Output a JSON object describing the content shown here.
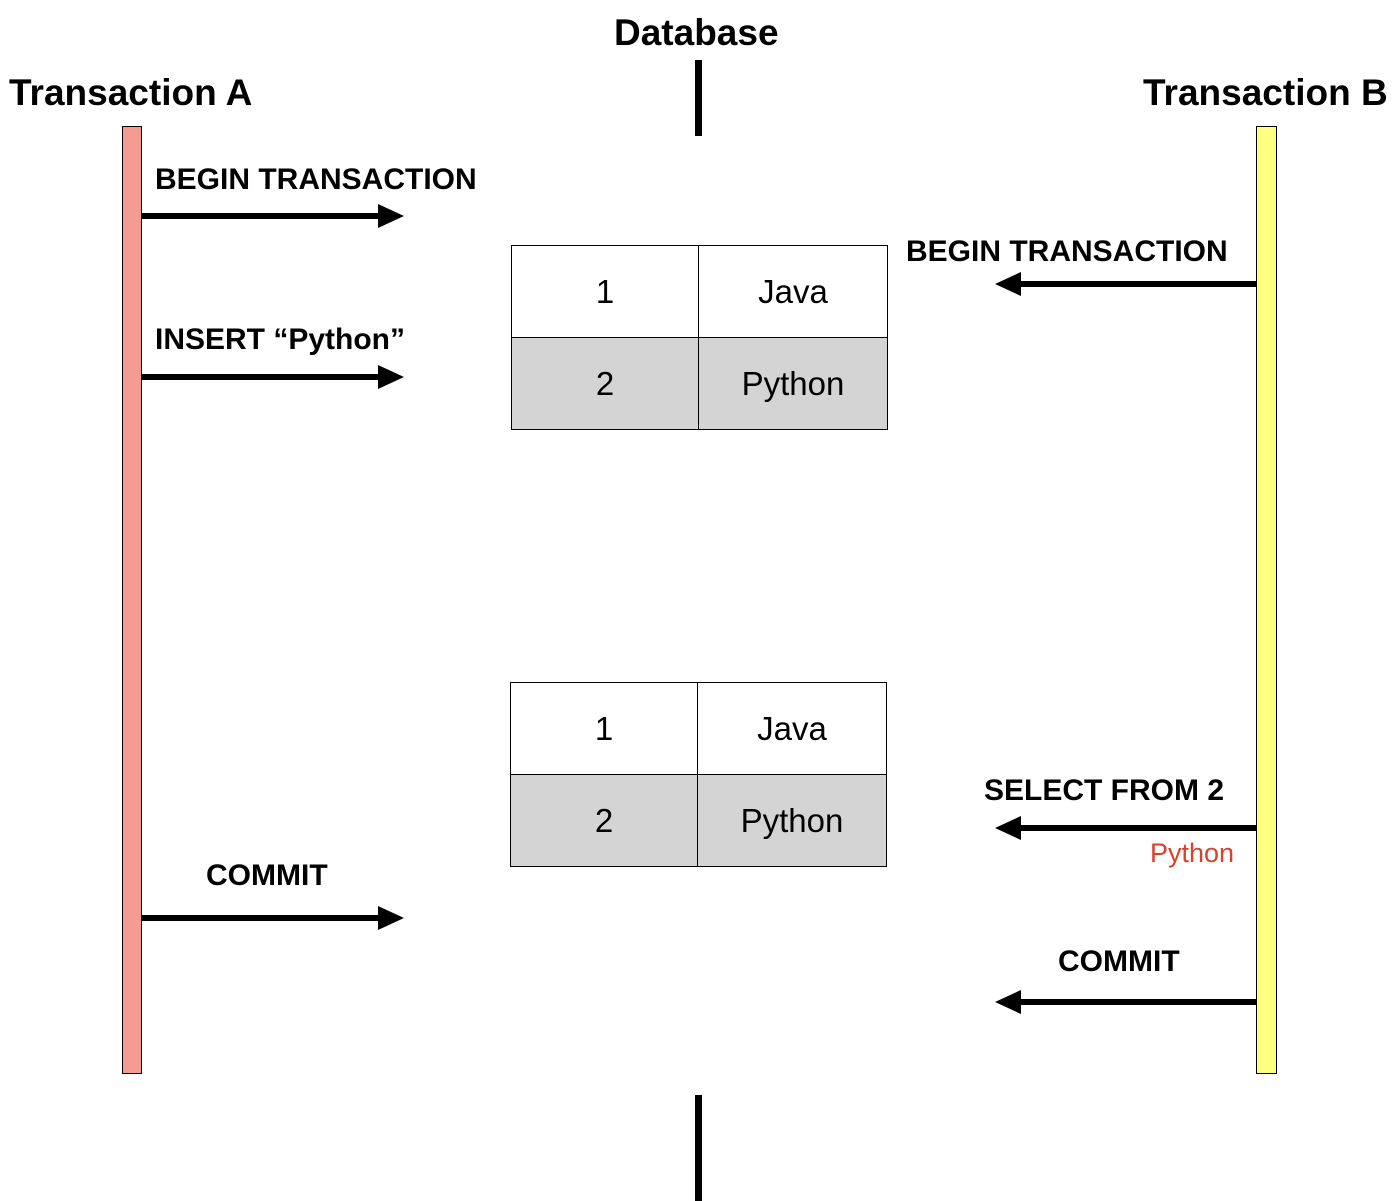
{
  "database": {
    "title": "Database"
  },
  "transaction_a": {
    "title": "Transaction A",
    "bar_color": "#f49b92",
    "steps": [
      {
        "label": "BEGIN TRANSACTION",
        "direction": "right"
      },
      {
        "label": "INSERT “Python”",
        "direction": "right"
      },
      {
        "label": "COMMIT",
        "direction": "right"
      }
    ]
  },
  "transaction_b": {
    "title": "Transaction B",
    "bar_color": "#ffff80",
    "steps": [
      {
        "label": "BEGIN TRANSACTION",
        "direction": "left"
      },
      {
        "label": "SELECT FROM 2",
        "direction": "left",
        "result": "Python"
      },
      {
        "label": "COMMIT",
        "direction": "left"
      }
    ]
  },
  "result_color": "#d9412b",
  "db_states": [
    {
      "rows": [
        {
          "id": "1",
          "value": "Java"
        },
        {
          "id": "2",
          "value": "Python"
        }
      ]
    },
    {
      "rows": [
        {
          "id": "1",
          "value": "Java"
        },
        {
          "id": "2",
          "value": "Python"
        }
      ]
    }
  ],
  "colors": {
    "row_alt": "#d4d4d4",
    "arrow": "#000000"
  }
}
